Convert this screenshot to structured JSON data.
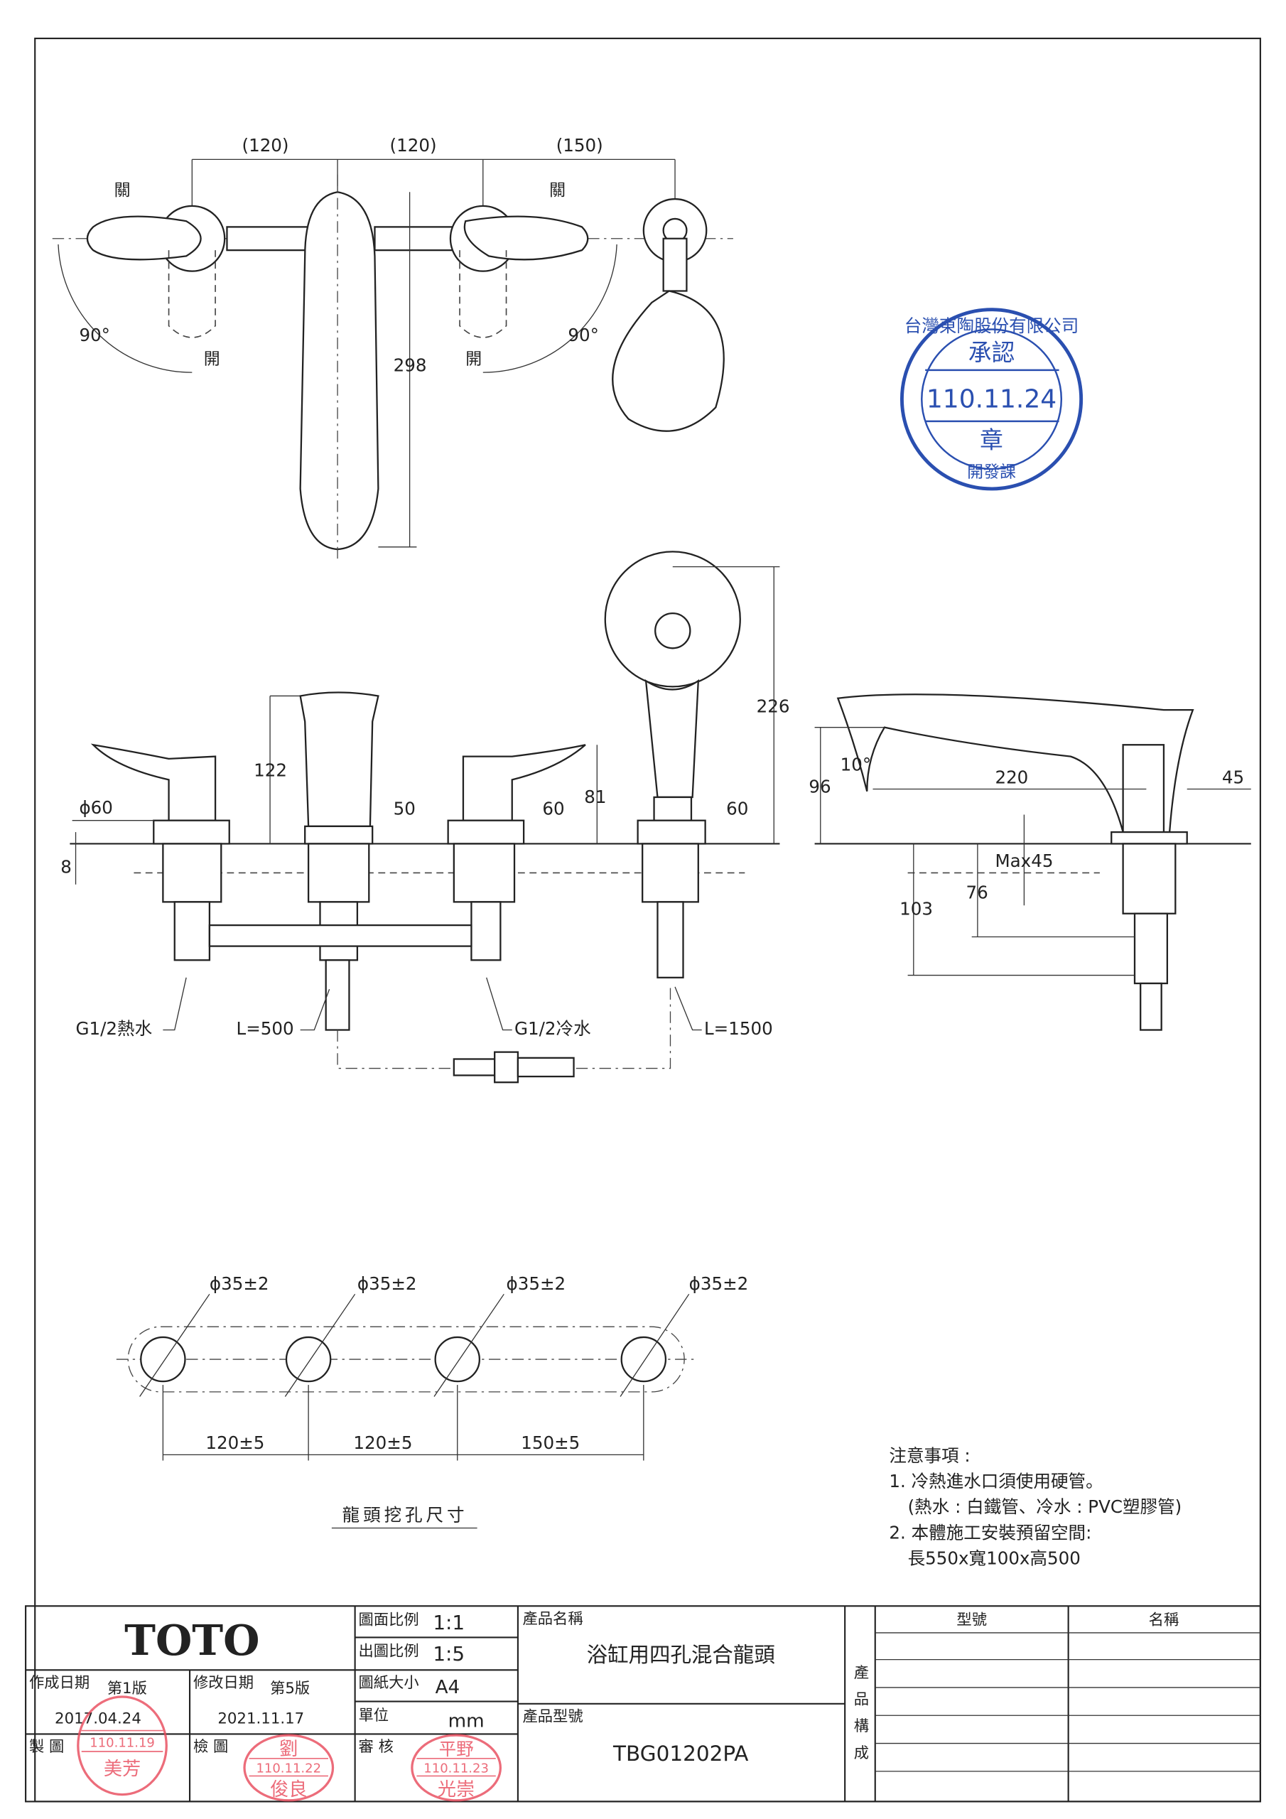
{
  "top_view": {
    "dims": [
      "(120)",
      "(120)",
      "(150)"
    ],
    "closed_label": "關",
    "open_label": "開",
    "angle": "90°",
    "spout_length": "298"
  },
  "stamp_blue": {
    "company": "台灣東陶股份有限公司",
    "approved": "承認",
    "date": "110.11.24",
    "seal": "章",
    "dept": "開發課"
  },
  "front_view": {
    "height_spout": "122",
    "d50": "50",
    "d60a": "60",
    "d60b": "60",
    "h81": "81",
    "h226": "226",
    "phi60": "ϕ60",
    "d8": "8",
    "hot_inlet": "G1/2熱水",
    "hose_500": "L=500",
    "cold_inlet": "G1/2冷水",
    "hose_1500": "L=1500"
  },
  "side_view": {
    "angle": "10°",
    "h96": "96",
    "reach": "220",
    "d45": "45",
    "max45": "Max45",
    "d76": "76",
    "d103": "103"
  },
  "hole_pattern": {
    "hole_label": "ϕ35±2",
    "spacing": [
      "120±5",
      "120±5",
      "150±5"
    ],
    "title": "龍頭挖孔尺寸"
  },
  "notes": {
    "title": "注意事項 :",
    "lines": [
      "1. 冷熱進水口須使用硬管。",
      "(熱水 : 白鐵管、冷水 : PVC塑膠管)",
      "2. 本體施工安裝預留空間:",
      "長550x寬100x高500"
    ]
  },
  "title_block": {
    "brand": "TOTO",
    "created_label": "作成日期",
    "created_version": "第1版",
    "created_date": "2017.04.24",
    "modified_label": "修改日期",
    "modified_version": "第5版",
    "modified_date": "2021.11.17",
    "drawn_label": "製 圖",
    "checked_label": "檢 圖",
    "approved_label": "審 核",
    "scale_label": "圖面比例",
    "scale_value": "1:1",
    "print_scale_label": "出圖比例",
    "print_scale_value": "1:5",
    "paper_label": "圖紙大小",
    "paper_value": "A4",
    "unit_label": "單位",
    "unit_value": "mm",
    "product_name_label": "產品名稱",
    "product_name": "浴缸用四孔混合龍頭",
    "product_model_label": "產品型號",
    "product_model": "TBG01202PA",
    "composition_label": "產品構成",
    "col_model": "型號",
    "col_name": "名稱"
  },
  "stamps_red": [
    {
      "name": "美芳",
      "date": "110.11.19"
    },
    {
      "name": "俊良",
      "date": "110.11.22",
      "surname": "劉"
    },
    {
      "name": "光崇",
      "date": "110.11.23",
      "surname": "平野"
    }
  ]
}
